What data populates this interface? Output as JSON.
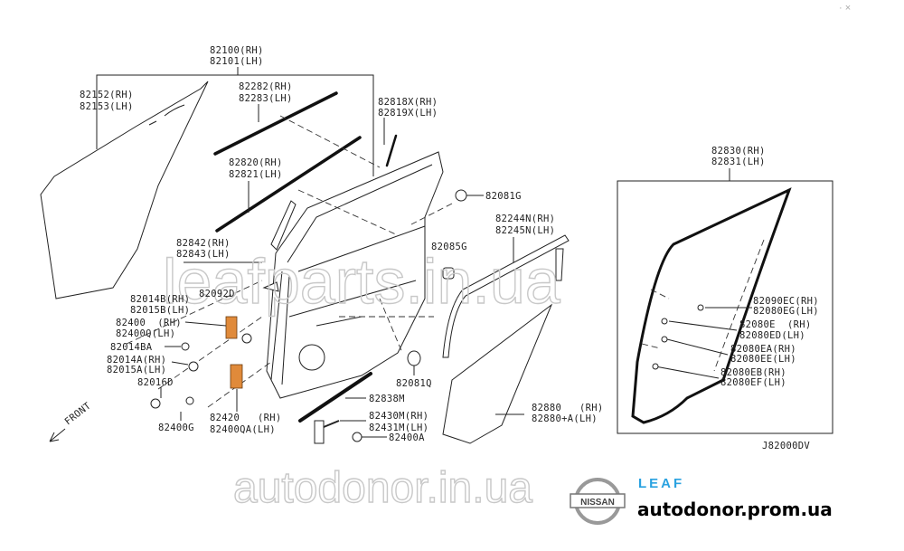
{
  "diagram": {
    "code": "J82000DV",
    "front_label": "FRONT",
    "labels": {
      "door_panel": [
        "82100(RH)",
        "82101(LH)"
      ],
      "outer_skin": [
        "82152(RH)",
        "82153(LH)"
      ],
      "moulding_upper": [
        "82282(RH)",
        "82283(LH)"
      ],
      "sash_tape": [
        "82818X(RH)",
        "82819X(LH)"
      ],
      "weatherstrip_outer": [
        "82820(RH)",
        "82821(LH)"
      ],
      "sash_front": [
        "82842(RH)",
        "82843(LH)"
      ],
      "grommet_g": "82081G",
      "sash_rear": [
        "82244N(RH)",
        "82245N(LH)"
      ],
      "bumper": "82085G",
      "hinge_bolt_b": [
        "82014B(RH)",
        "82015B(LH)"
      ],
      "nut_d": "82092D",
      "hinge_upper": [
        "82400  (RH)",
        "82400Q(LH)"
      ],
      "bolt_ba": "82014BA",
      "hinge_bolt_a": [
        "82014A(RH)",
        "82015A(LH)"
      ],
      "bolt_d": "82016D",
      "bolt_g": "82400G",
      "hinge_lower": [
        "82420   (RH)",
        "82400QA(LH)"
      ],
      "plug_q": "82081Q",
      "weatherstrip_lower": "82838M",
      "check_link": [
        "82430M(RH)",
        "82431M(LH)"
      ],
      "bolt_a": "82400A",
      "glass": [
        "82880   (RH)",
        "82880+A(LH)"
      ],
      "weatherstrip_main": [
        "82830(RH)",
        "82831(LH)"
      ],
      "clip_ec": [
        "82090EC(RH)",
        "82080EG(LH)"
      ],
      "clip_e": [
        "82080E  (RH)",
        "82080ED(LH)"
      ],
      "clip_ea": [
        "82080EA(RH)",
        "82080EE(LH)"
      ],
      "clip_eb": [
        "82080EB(RH)",
        "82080EF(LH)"
      ]
    }
  },
  "watermarks": {
    "top": "leafparts.in.ua",
    "bottom": "autodonor.in.ua"
  },
  "branding": {
    "logo_text": "NISSAN",
    "model": "LEAF",
    "site": "autodonor.prom.ua",
    "model_color": "#2aa2e0"
  },
  "corner_mark": "· ×"
}
